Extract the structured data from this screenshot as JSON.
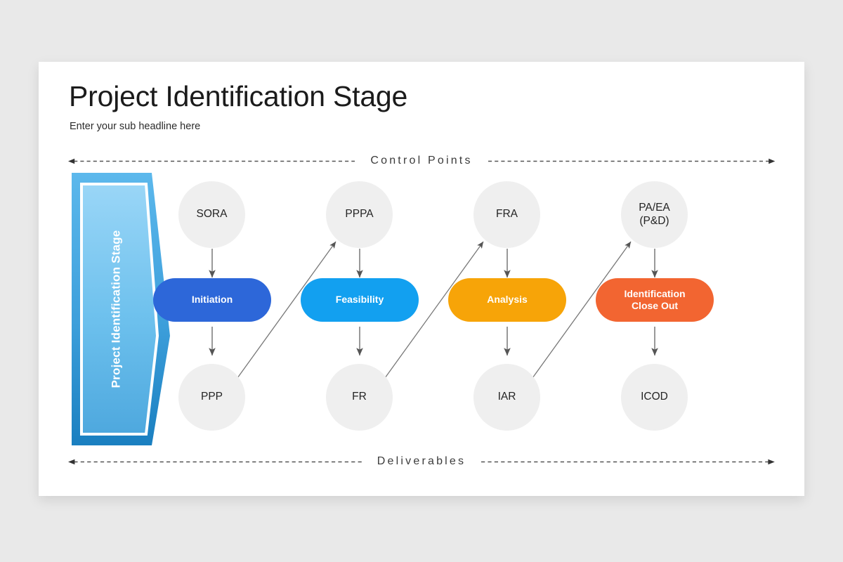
{
  "slide": {
    "title": "Project Identification Stage",
    "subtitle": "Enter your sub headline here",
    "background_color": "#e9e9e9",
    "card_color": "#ffffff"
  },
  "banner": {
    "label": "Project Identification Stage",
    "fill_top": "#5cb8ec",
    "fill_bottom": "#1a7fc0",
    "inner_top": "#9ad6f7",
    "inner_bottom": "#4ea8de",
    "border_color": "#ffffff"
  },
  "bands": {
    "top": {
      "label": "Control Points"
    },
    "bottom": {
      "label": "Deliverables"
    },
    "line_color": "#555555"
  },
  "columns": [
    {
      "control_point": "SORA",
      "phase": "Initiation",
      "deliverable": "PPP",
      "color": "#2d67d9"
    },
    {
      "control_point": "PPPA",
      "phase": "Feasibility",
      "deliverable": "FR",
      "color": "#12a0f0"
    },
    {
      "control_point": "FRA",
      "phase": "Analysis",
      "deliverable": "IAR",
      "color": "#f7a408"
    },
    {
      "control_point": "PA/EA\n(P&D)",
      "phase": "Identification\nClose Out",
      "deliverable": "ICOD",
      "color": "#f26531"
    }
  ],
  "node_style": {
    "circle_fill": "#efefef",
    "circle_text": "#242424",
    "arrow_color": "#666666"
  }
}
